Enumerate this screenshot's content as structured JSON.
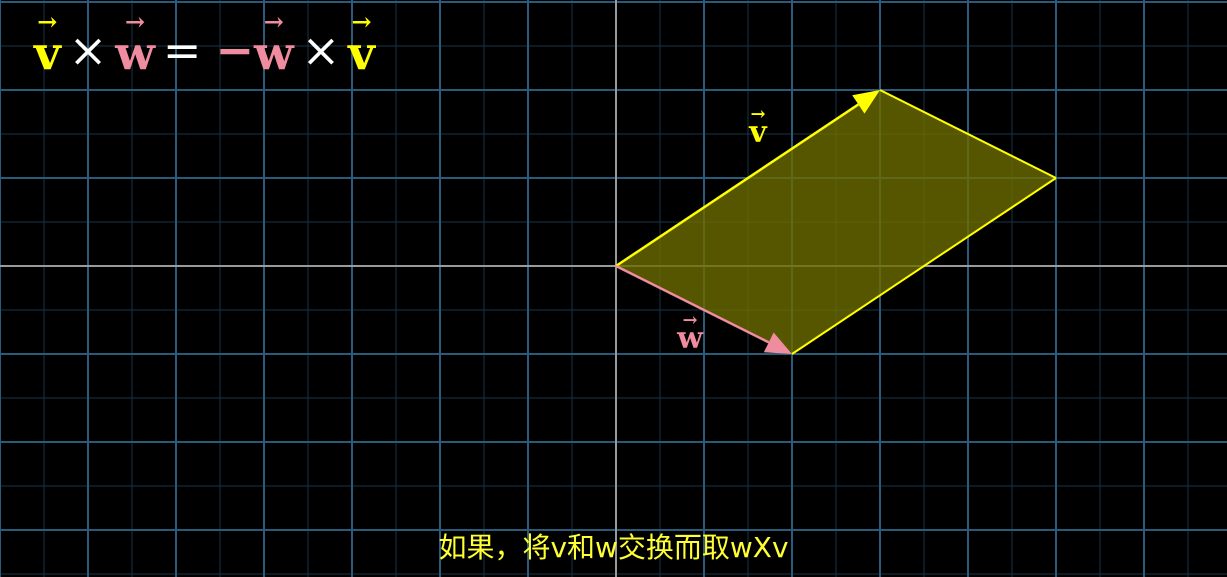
{
  "formula": {
    "v_symbol": "v",
    "w_symbol": "w",
    "cross_symbol": "×",
    "equals_symbol": "=",
    "minus_symbol": "−",
    "arrow_symbol": "→"
  },
  "vector_labels": {
    "v": "v",
    "w": "w",
    "arrow": "→"
  },
  "subtitle": "如果，将v和w交换而取wXv",
  "colors": {
    "background": "#000000",
    "grid_major": "#2a5b7a",
    "grid_minor": "#163448",
    "axis": "#9a9a9a",
    "v_color": "#ffff00",
    "w_color": "#f08ca0",
    "area_fill": "#6b6b00",
    "subtitle_color": "#ffff33",
    "operator_color": "#ffffff"
  },
  "vectors": {
    "v": [
      3,
      2
    ],
    "w": [
      2,
      -1
    ]
  },
  "icons": {
    "v_arrowhead": "triangle-arrowhead",
    "w_arrowhead": "triangle-arrowhead"
  }
}
